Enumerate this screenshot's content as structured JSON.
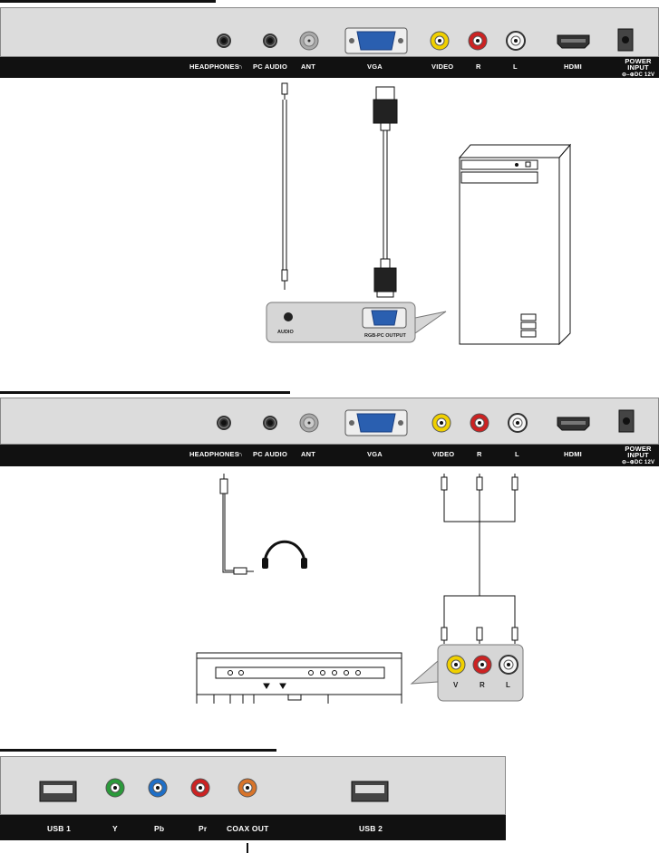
{
  "section1": {
    "labels": {
      "headphones": "HEADPHONES",
      "pc_audio": "PC AUDIO",
      "ant": "ANT",
      "vga": "VGA",
      "video": "VIDEO",
      "r": "R",
      "l": "L",
      "hdmi": "HDMI",
      "power_line1": "POWER",
      "power_line2": "INPUT",
      "dc": "DC 12V"
    },
    "pc_box": {
      "audio_label": "AUDIO",
      "rgb_label": "RGB-PC OUTPUT"
    }
  },
  "section2": {
    "labels": {
      "headphones": "HEADPHONES",
      "pc_audio": "PC AUDIO",
      "ant": "ANT",
      "vga": "VGA",
      "video": "VIDEO",
      "r": "R",
      "l": "L",
      "hdmi": "HDMI",
      "power_line1": "POWER",
      "power_line2": "INPUT",
      "dc": "DC 12V"
    },
    "av_box": {
      "v": "V",
      "r": "R",
      "l": "L"
    }
  },
  "section3": {
    "labels": {
      "usb1": "USB 1",
      "y": "Y",
      "pb": "Pb",
      "pr": "Pr",
      "coax": "COAX OUT",
      "usb2": "USB 2"
    }
  },
  "colors": {
    "panel": "#dcdcdc",
    "bar": "#111111",
    "vga_blue": "#2a5fb0",
    "yellow": "#f0d000",
    "red": "#cc2222",
    "green": "#2a9a3a",
    "blue": "#1e6fc8",
    "orange": "#d8742a"
  }
}
